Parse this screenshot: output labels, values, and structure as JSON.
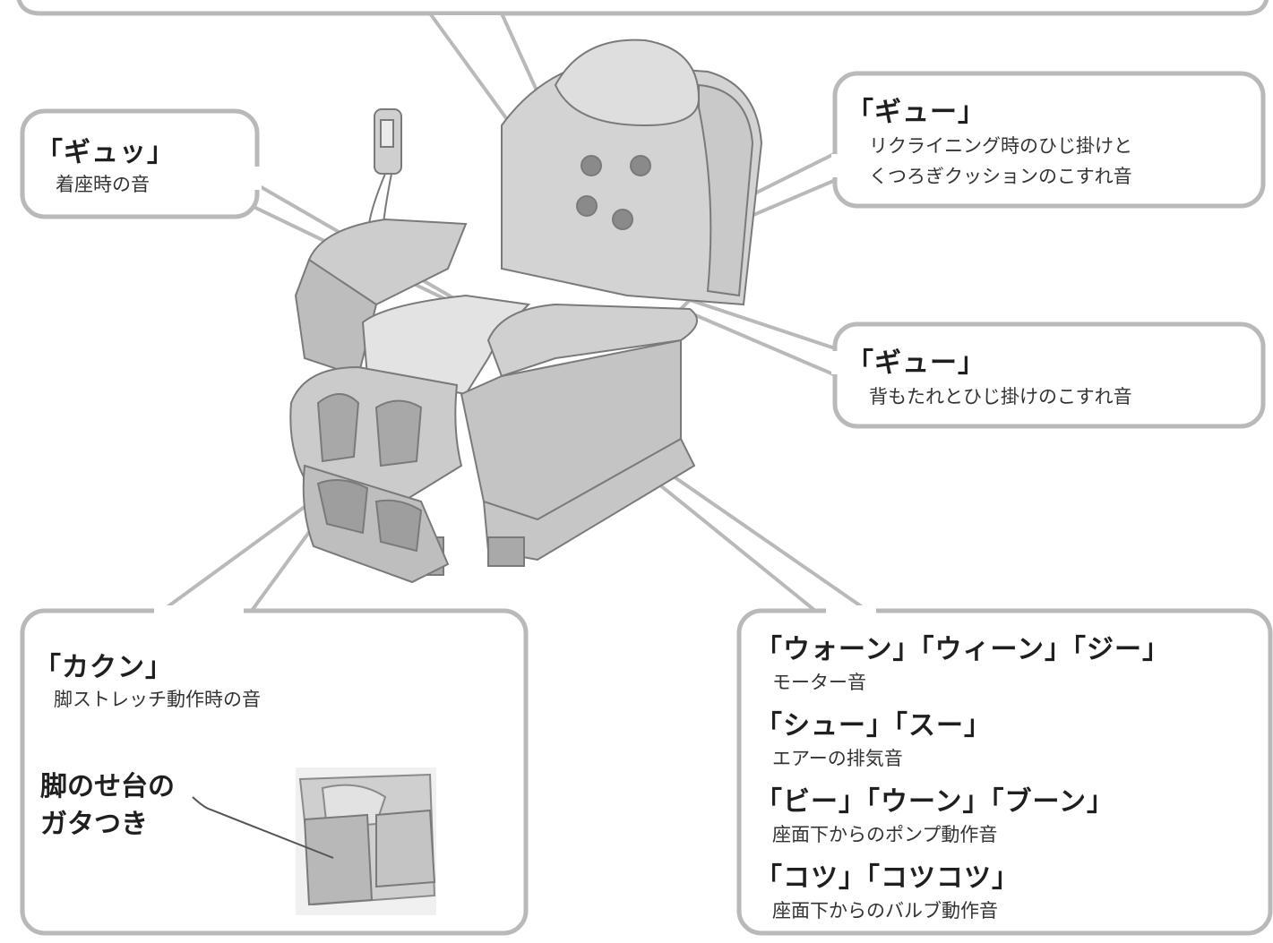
{
  "callouts": {
    "seat": {
      "sound": "「ギュッ」",
      "desc": "着座時の音"
    },
    "recline": {
      "sound": "「ギュー」",
      "desc_line1": "リクライニング時のひじ掛けと",
      "desc_line2": "くつろぎクッションのこすれ音"
    },
    "backrest": {
      "sound": "「ギュー」",
      "desc": "背もたれとひじ掛けのこすれ音"
    },
    "leg": {
      "sound": "「カクン」",
      "desc": "脚ストレッチ動作時の音",
      "footrest_line1": "脚のせ台の",
      "footrest_line2": "ガタつき"
    },
    "mechanism": {
      "items": [
        {
          "sound": "「ウォーン」「ウィーン」「ジー」",
          "desc": "モーター音"
        },
        {
          "sound": "「シュー」「スー」",
          "desc": "エアーの排気音"
        },
        {
          "sound": "「ビー」「ウーン」「ブーン」",
          "desc": "座面下からのポンプ動作音"
        },
        {
          "sound": "「コツ」「コツコツ」",
          "desc": "座面下からのバルブ動作音"
        }
      ]
    }
  },
  "colors": {
    "box_border": "#b9b9b9",
    "chair_fill": "#d9d9d9",
    "chair_dark": "#a9a9a9",
    "line": "#555555"
  }
}
